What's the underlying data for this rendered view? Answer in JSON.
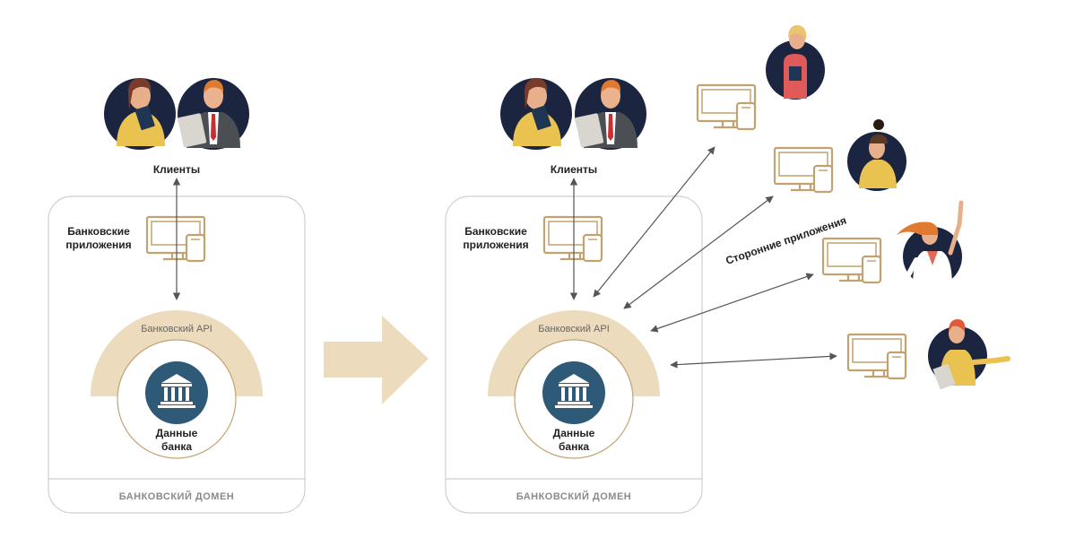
{
  "left_panel": {
    "clients_label": "Клиенты",
    "apps_label_line1": "Банковские",
    "apps_label_line2": "приложения",
    "api_label": "Банковский API",
    "data_label_line1": "Данные",
    "data_label_line2": "банка",
    "domain_label": "БАНКОВСКИЙ ДОМЕН"
  },
  "right_panel": {
    "clients_label": "Клиенты",
    "apps_label_line1": "Банковские",
    "apps_label_line2": "приложения",
    "api_label": "Банковский API",
    "data_label_line1": "Данные",
    "data_label_line2": "банка",
    "domain_label": "БАНКОВСКИЙ ДОМЕН",
    "third_party_label": "Сторонние приложения"
  },
  "colors": {
    "gold": "#c2a271",
    "beige": "#ecdcbd",
    "navy": "#1b2540",
    "bank_blue": "#2e5a78",
    "arrow_gray": "#555555",
    "panel_border": "#cfcfcf"
  }
}
